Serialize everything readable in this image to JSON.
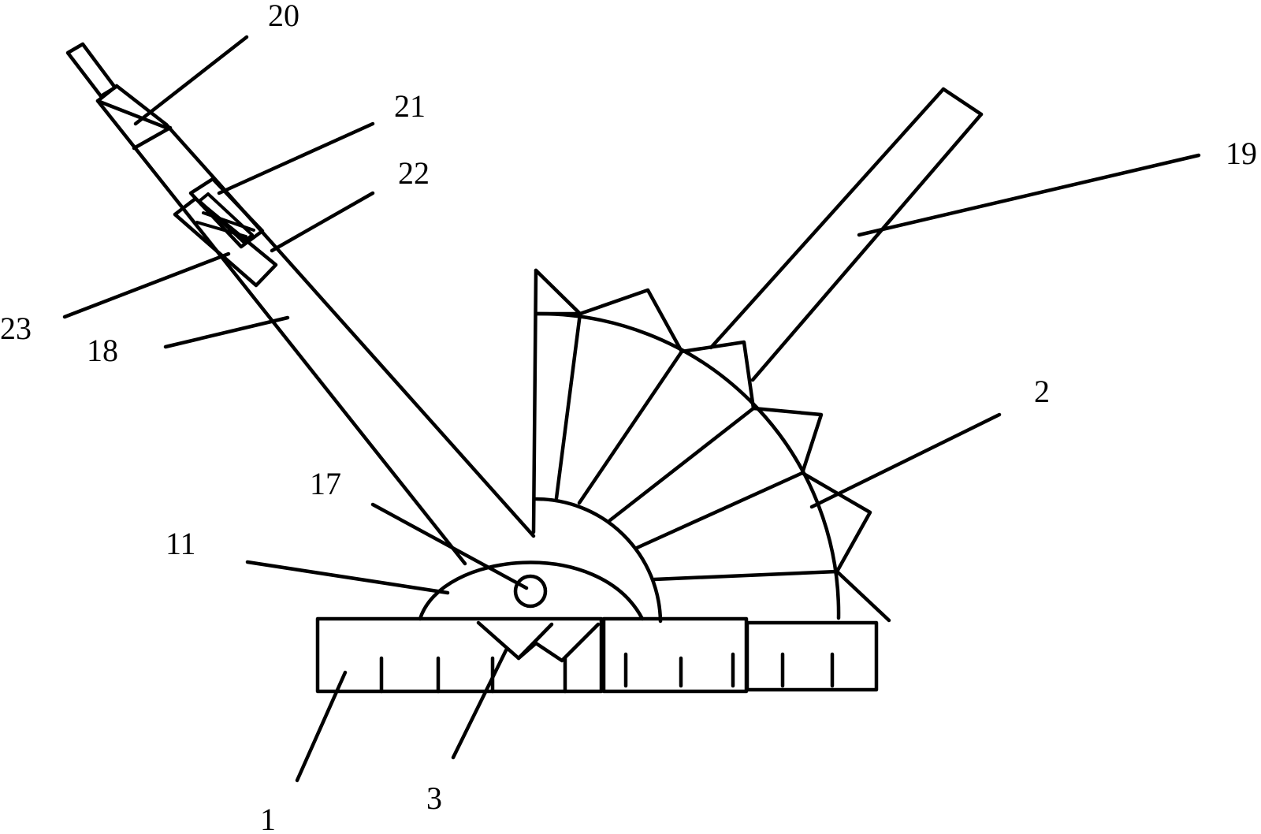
{
  "figure": {
    "labels": {
      "l20": "20",
      "l21": "21",
      "l22": "22",
      "l23": "23",
      "l18": "18",
      "l19": "19",
      "l2": "2",
      "l17": "17",
      "l11": "11",
      "l3": "3",
      "l1": "1"
    }
  }
}
